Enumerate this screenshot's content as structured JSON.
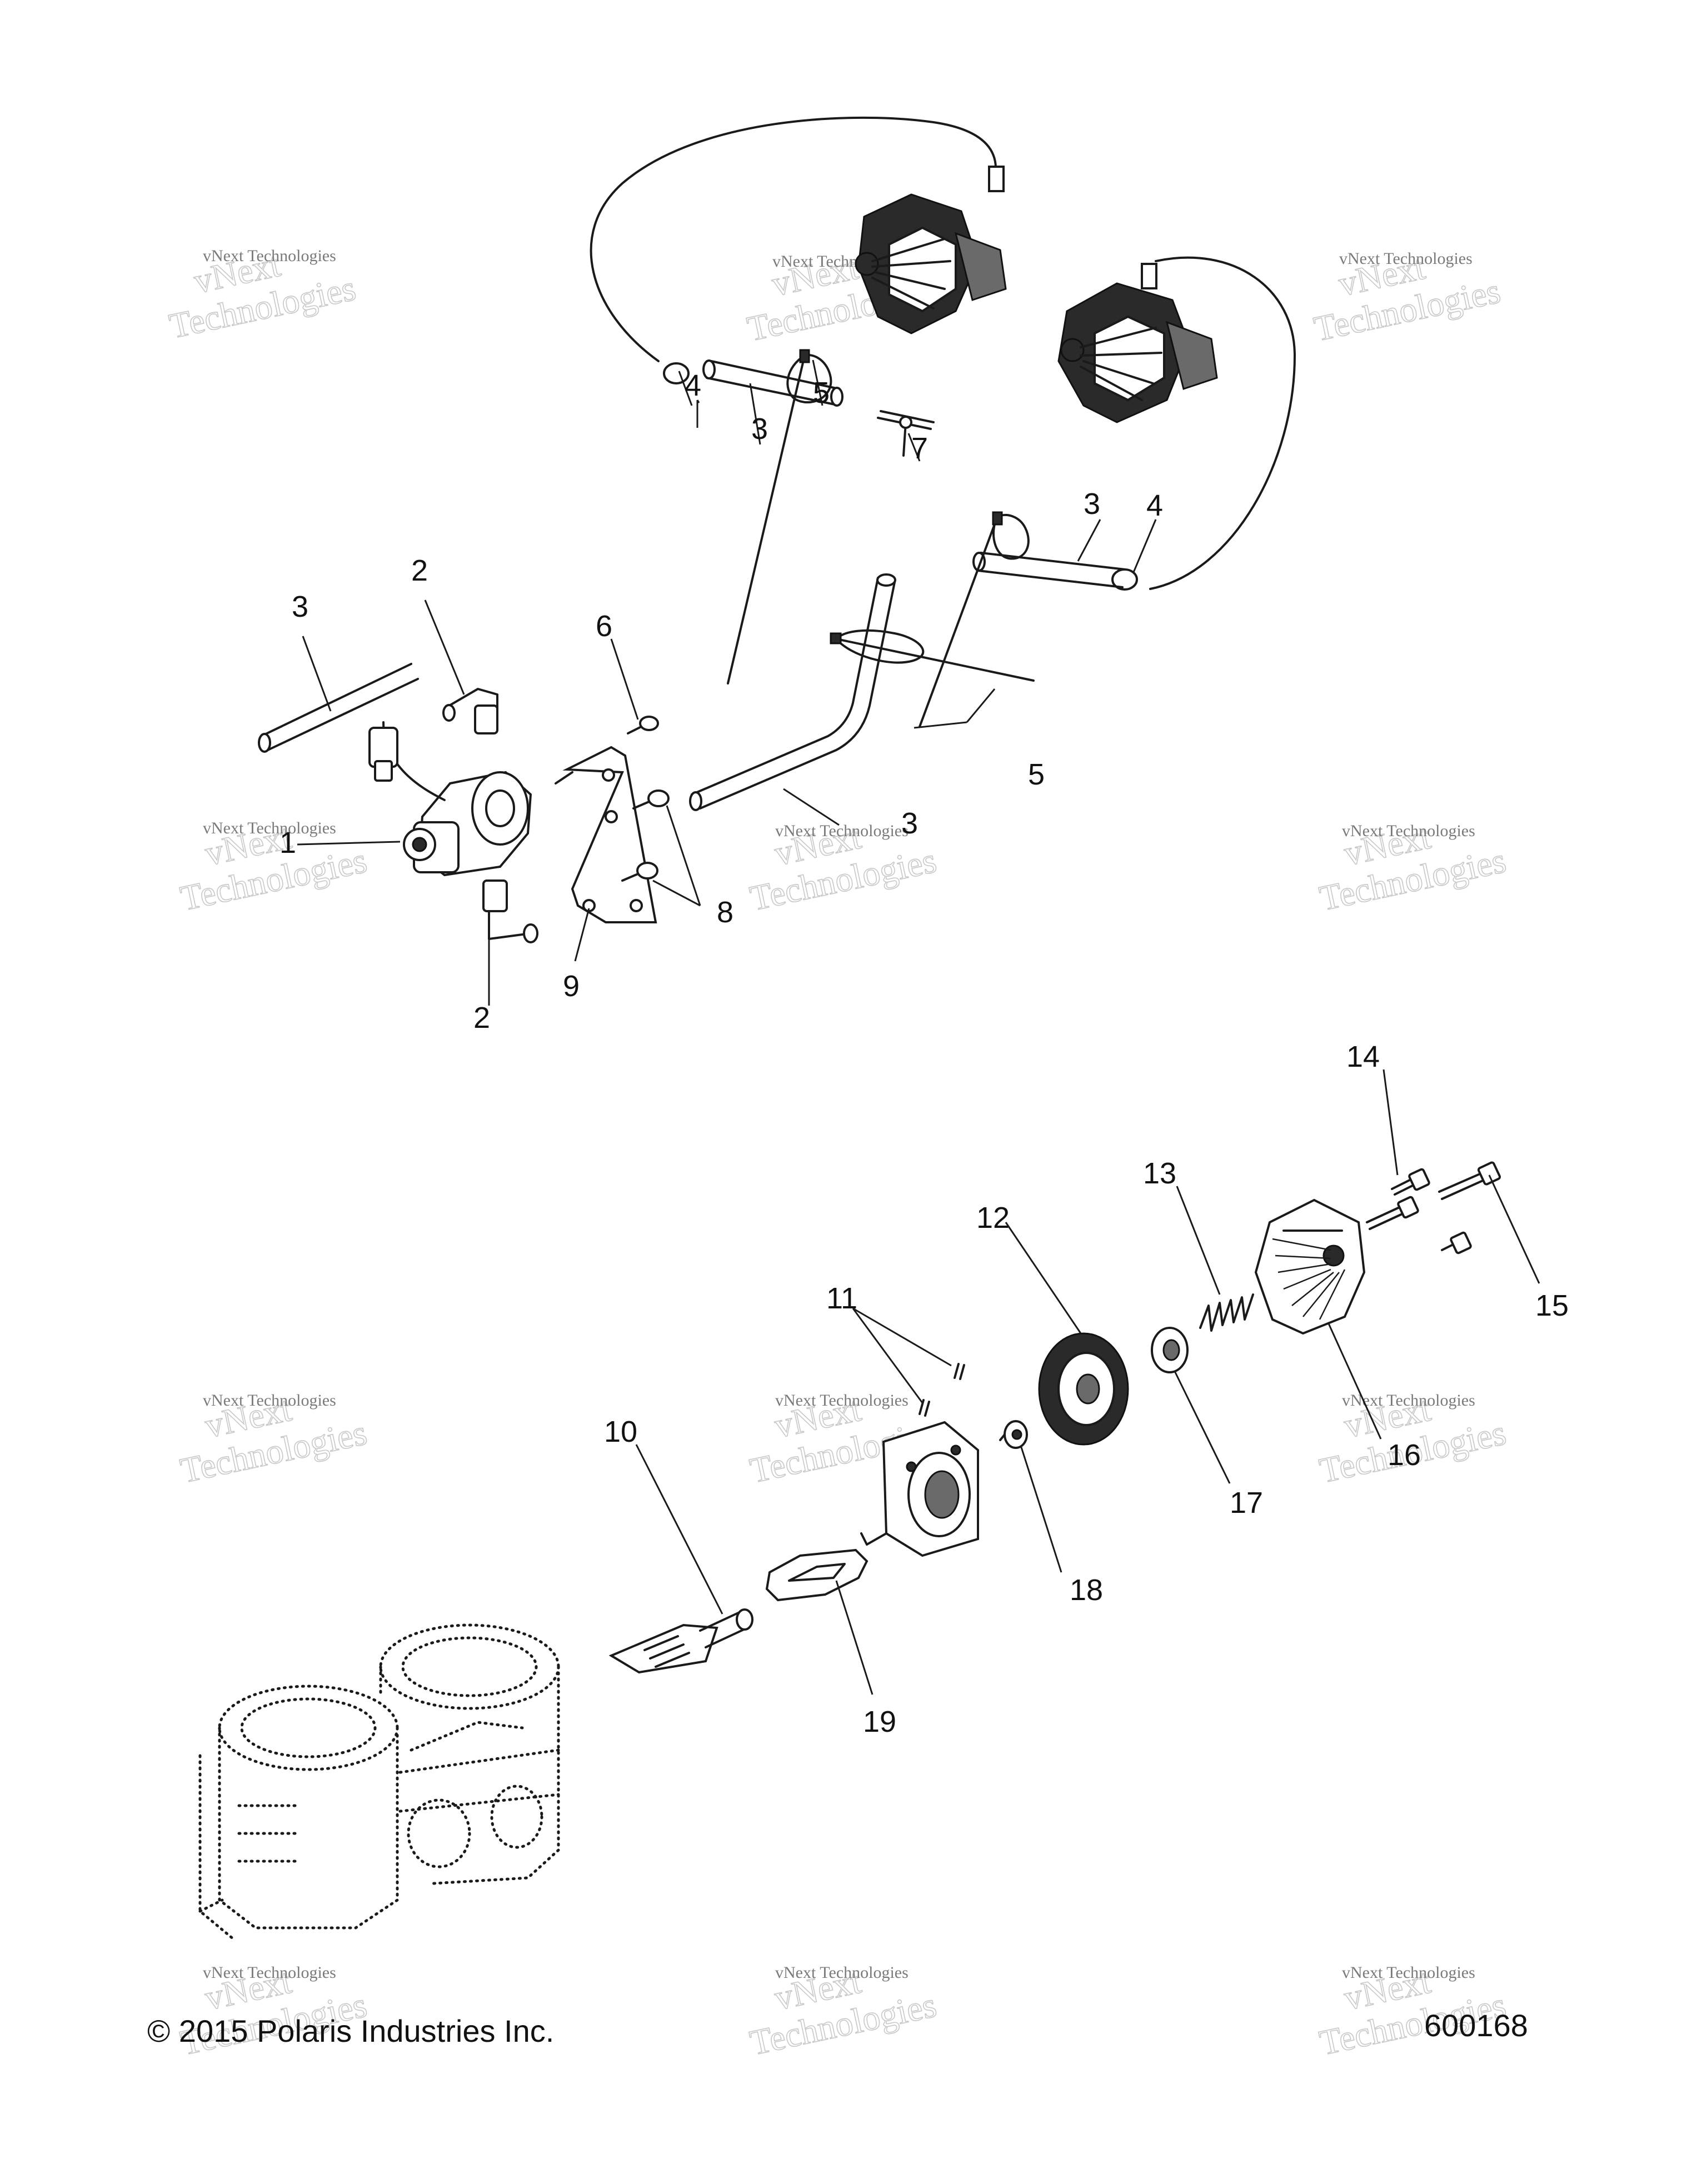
{
  "callouts": [
    "1",
    "2",
    "3",
    "4",
    "5",
    "6",
    "7",
    "8",
    "9",
    "10",
    "11",
    "12",
    "13",
    "14",
    "15",
    "16",
    "17",
    "18",
    "19"
  ],
  "watermark": {
    "line1": "vNext Technologies",
    "line2a": "vNext",
    "line2b": "Technologies"
  },
  "footer": {
    "copyright": "© 2015 Polaris Industries Inc.",
    "diagram_number": "600168"
  }
}
